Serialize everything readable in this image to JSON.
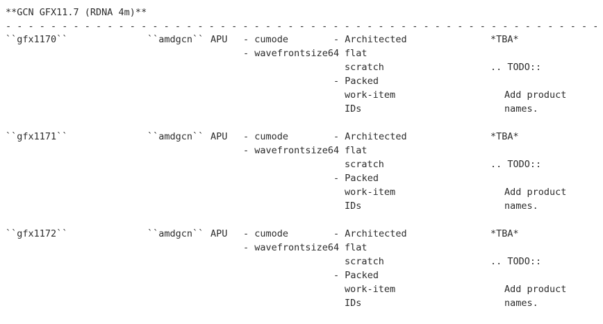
{
  "document": {
    "heading": "**GCN GFX11.7 (RDNA 4m)**",
    "separator_char": "-",
    "separator_unit": "- ",
    "separator_repeat": 215
  },
  "rows": [
    {
      "target": "``gfx1170``",
      "triple": "``amdgcn``",
      "kind": "APU",
      "features": [
        "- cumode",
        "- wavefrontsize64"
      ],
      "address_mode": {
        "item1_bullet": "- Architected",
        "item1_cont1": "flat",
        "item1_cont2": "scratch",
        "item2_bullet": "- Packed",
        "item2_cont1": "work-item",
        "item2_cont2": "IDs"
      },
      "product": {
        "tba": "*TBA*",
        "todo_directive": ".. TODO::",
        "todo_body_line1": "Add product",
        "todo_body_line2": "names."
      }
    },
    {
      "target": "``gfx1171``",
      "triple": "``amdgcn``",
      "kind": "APU",
      "features": [
        "- cumode",
        "- wavefrontsize64"
      ],
      "address_mode": {
        "item1_bullet": "- Architected",
        "item1_cont1": "flat",
        "item1_cont2": "scratch",
        "item2_bullet": "- Packed",
        "item2_cont1": "work-item",
        "item2_cont2": "IDs"
      },
      "product": {
        "tba": "*TBA*",
        "todo_directive": ".. TODO::",
        "todo_body_line1": "Add product",
        "todo_body_line2": "names."
      }
    },
    {
      "target": "``gfx1172``",
      "triple": "``amdgcn``",
      "kind": "APU",
      "features": [
        "- cumode",
        "- wavefrontsize64"
      ],
      "address_mode": {
        "item1_bullet": "- Architected",
        "item1_cont1": "flat",
        "item1_cont2": "scratch",
        "item2_bullet": "- Packed",
        "item2_cont1": "work-item",
        "item2_cont2": "IDs"
      },
      "product": {
        "tba": "*TBA*",
        "todo_directive": ".. TODO::",
        "todo_body_line1": "Add product",
        "todo_body_line2": "names."
      }
    }
  ],
  "colors": {
    "background": "#ffffff",
    "text": "#2b2b2b"
  }
}
